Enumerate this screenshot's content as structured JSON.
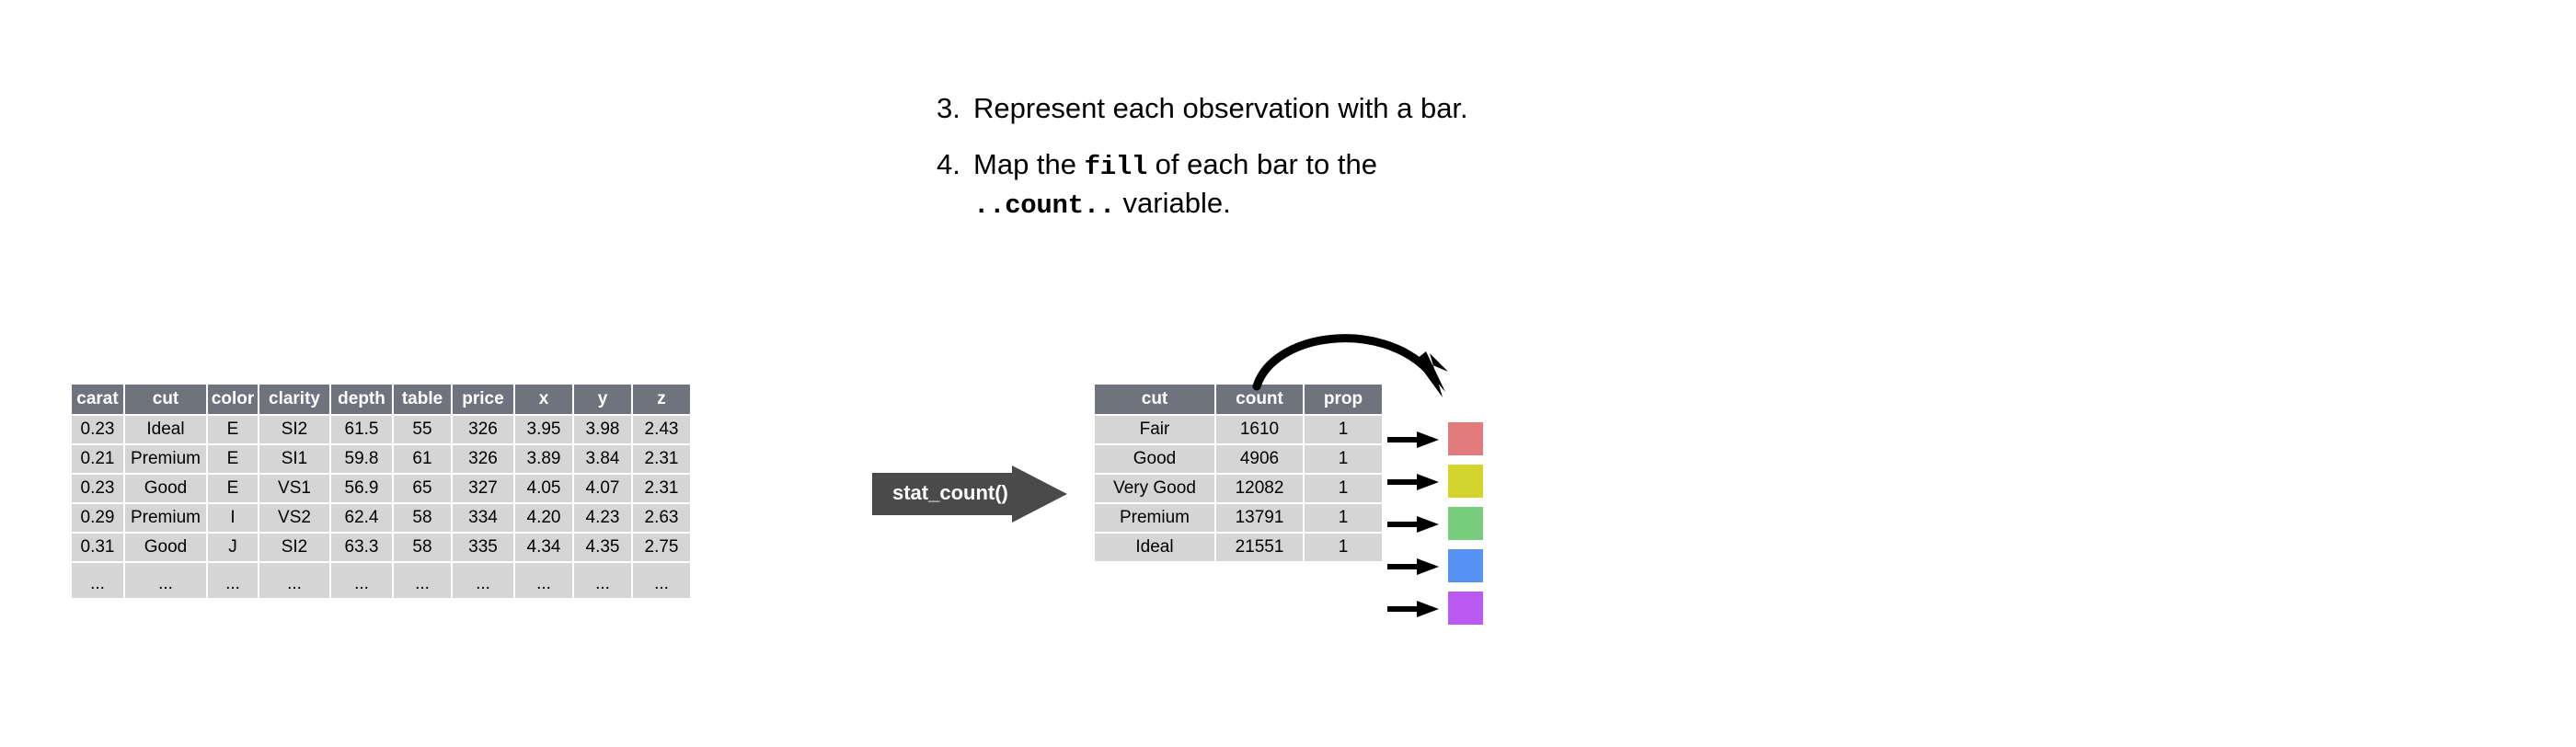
{
  "instructions": [
    {
      "num": "3.",
      "parts": [
        {
          "text": "Represent each observation with a bar.",
          "style": "plain"
        }
      ]
    },
    {
      "num": "4.",
      "parts": [
        {
          "text": "Map the ",
          "style": "plain"
        },
        {
          "text": "fill",
          "style": "mono"
        },
        {
          "text": " of each bar to the ",
          "style": "plain"
        },
        {
          "text": "..count..",
          "style": "mono"
        },
        {
          "text": " variable.",
          "style": "plain"
        }
      ]
    }
  ],
  "diamonds_table": {
    "columns": [
      "carat",
      "cut",
      "color",
      "clarity",
      "depth",
      "table",
      "price",
      "x",
      "y",
      "z"
    ],
    "rows": [
      [
        "0.23",
        "Ideal",
        "E",
        "SI2",
        "61.5",
        "55",
        "326",
        "3.95",
        "3.98",
        "2.43"
      ],
      [
        "0.21",
        "Premium",
        "E",
        "SI1",
        "59.8",
        "61",
        "326",
        "3.89",
        "3.84",
        "2.31"
      ],
      [
        "0.23",
        "Good",
        "E",
        "VS1",
        "56.9",
        "65",
        "327",
        "4.05",
        "4.07",
        "2.31"
      ],
      [
        "0.29",
        "Premium",
        "I",
        "VS2",
        "62.4",
        "58",
        "334",
        "4.20",
        "4.23",
        "2.63"
      ],
      [
        "0.31",
        "Good",
        "J",
        "SI2",
        "63.3",
        "58",
        "335",
        "4.34",
        "4.35",
        "2.75"
      ],
      [
        "...",
        "...",
        "...",
        "...",
        "...",
        "...",
        "...",
        "...",
        "...",
        "..."
      ]
    ]
  },
  "transform": {
    "label": "stat_count()",
    "arrow_color": "#4A4A4A"
  },
  "counts_table": {
    "columns": [
      "cut",
      "count",
      "prop"
    ],
    "rows": [
      [
        "Fair",
        "1610",
        "1"
      ],
      [
        "Good",
        "4906",
        "1"
      ],
      [
        "Very Good",
        "12082",
        "1"
      ],
      [
        "Premium",
        "13791",
        "1"
      ],
      [
        "Ideal",
        "21551",
        "1"
      ]
    ]
  },
  "swatches": [
    {
      "cut": "Fair",
      "color": "#E27B7E"
    },
    {
      "cut": "Good",
      "color": "#D4D42E"
    },
    {
      "cut": "Very Good",
      "color": "#79CE7E"
    },
    {
      "cut": "Premium",
      "color": "#5693F5"
    },
    {
      "cut": "Ideal",
      "color": "#BB5AF2"
    }
  ],
  "theme": {
    "header_bg": "#6E737E",
    "cell_bg": "#D5D5D5",
    "page_bg": "#FFFFFF",
    "arrow_black": "#000000"
  }
}
